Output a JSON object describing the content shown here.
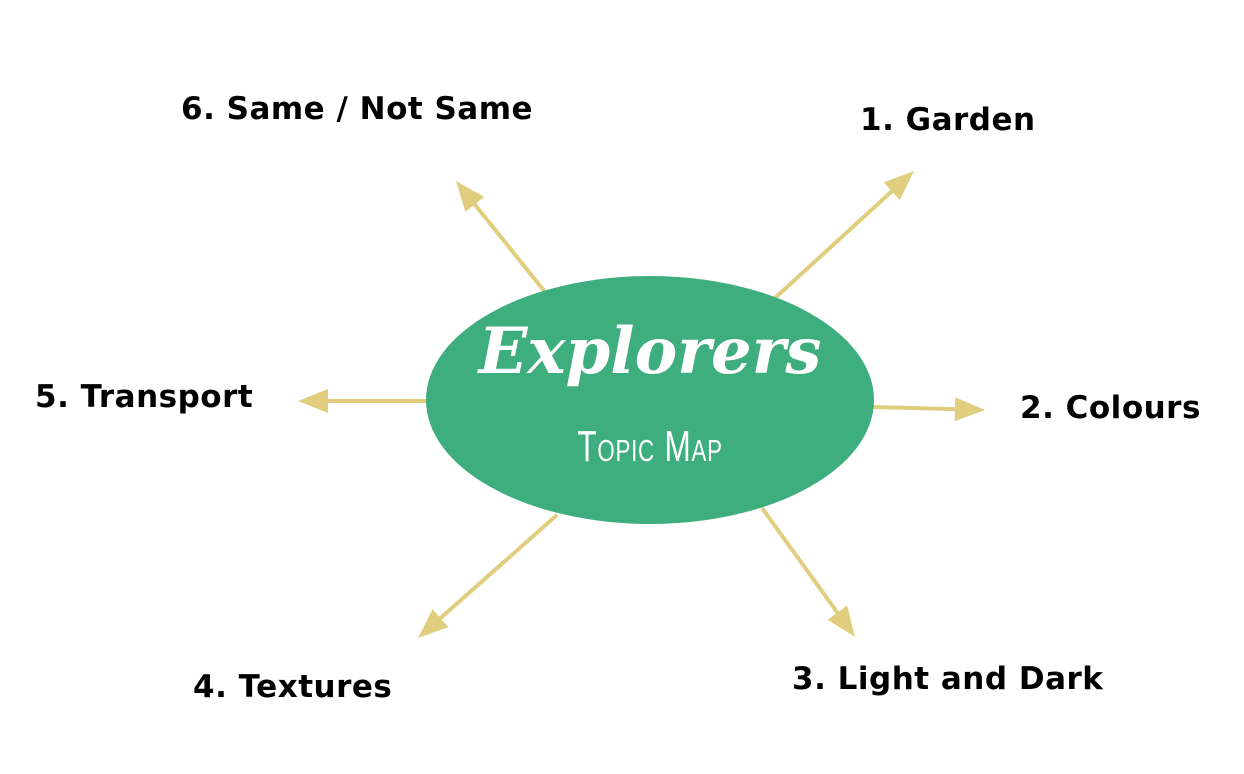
{
  "center": {
    "title": "Explorers",
    "subtitle": "Topic Map",
    "fill_color": "#3fae7e"
  },
  "arrow_color": "#e0cd7e",
  "topics": [
    {
      "id": "garden",
      "label": "1. Garden"
    },
    {
      "id": "colours",
      "label": "2. Colours"
    },
    {
      "id": "light-and-dark",
      "label": "3. Light and Dark"
    },
    {
      "id": "textures",
      "label": "4. Textures"
    },
    {
      "id": "transport",
      "label": "5. Transport"
    },
    {
      "id": "same-not-same",
      "label": "6. Same / Not Same"
    }
  ]
}
